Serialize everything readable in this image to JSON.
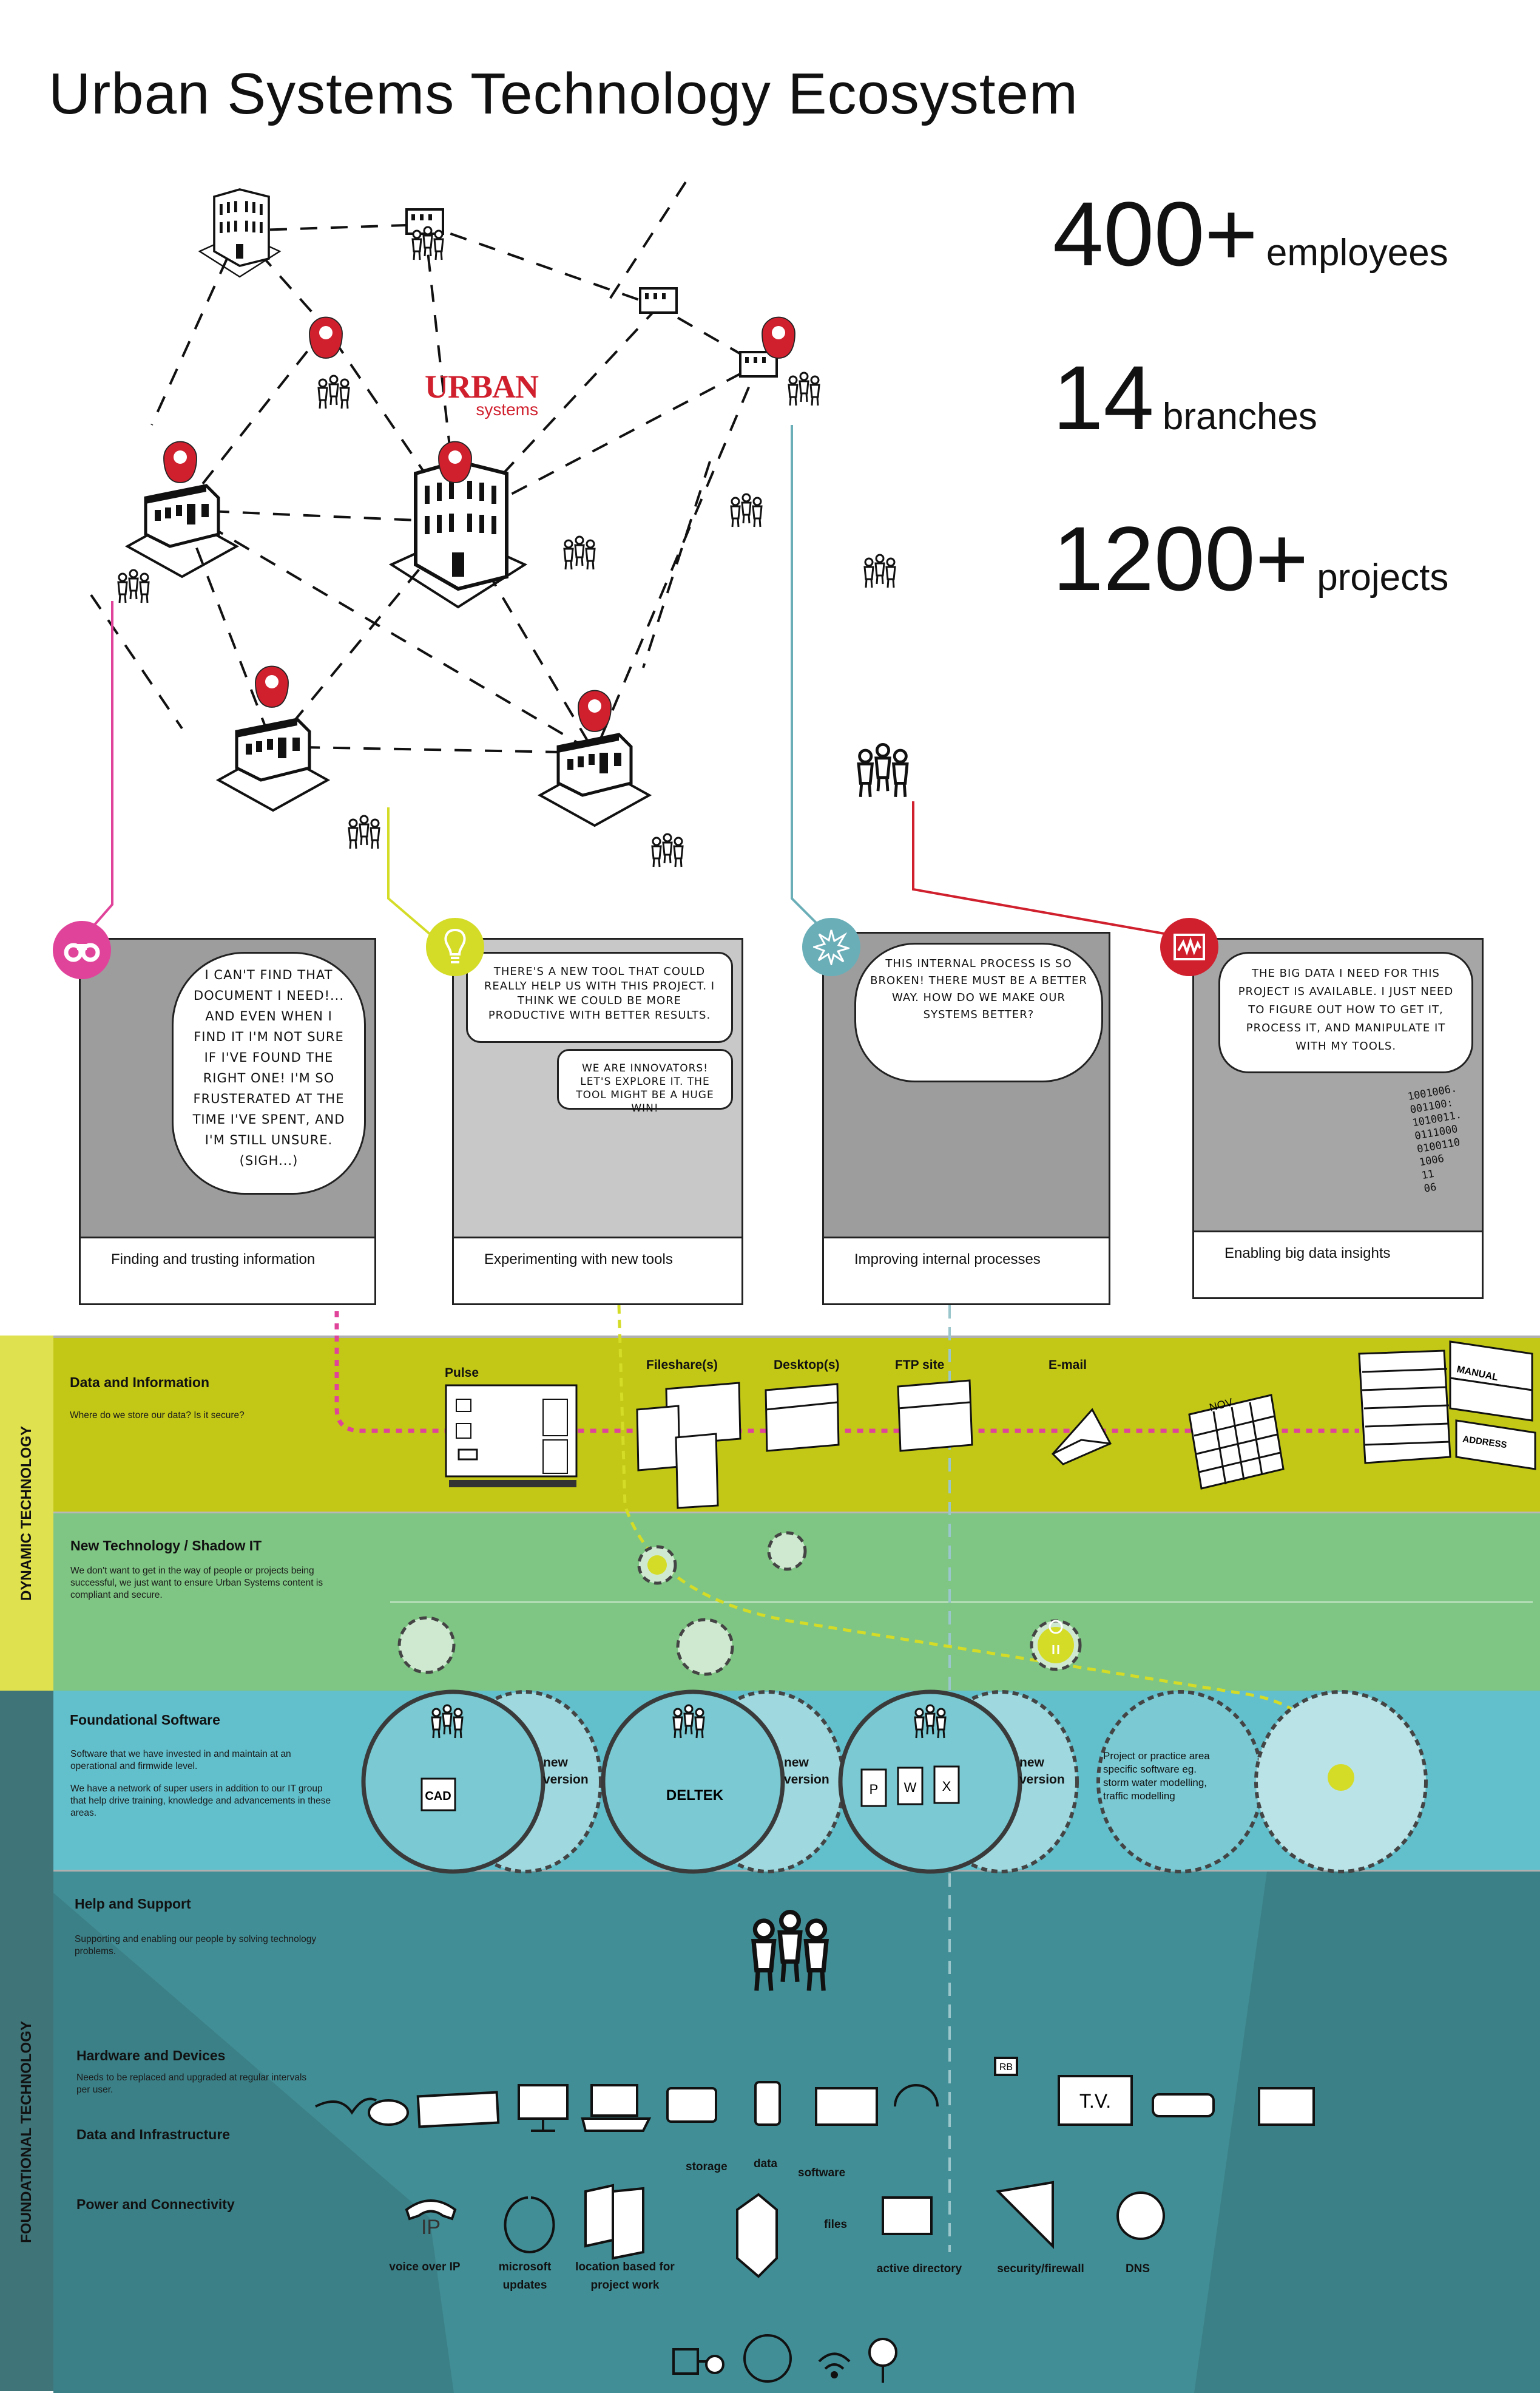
{
  "title": "Urban Systems Technology Ecosystem",
  "stats": [
    {
      "value": "400+",
      "label": "employees"
    },
    {
      "value": "14",
      "label": "branches"
    },
    {
      "value": "1200+",
      "label": "projects"
    }
  ],
  "logo": {
    "line1": "URBAN",
    "line2": "systems",
    "color": "#d0202e"
  },
  "colors": {
    "pink": "#e0439a",
    "yellow": "#d4dc28",
    "teal": "#6aaeb8",
    "red": "#d0202e"
  },
  "comics": [
    {
      "icon": "binoculars-icon",
      "speech": "I can't find that document I need!... And even when I find it I'm not sure if I've found the right one! I'm so frusterated at the time I've spent, and I'm still unsure. (sigh...)",
      "caption": "Finding and trusting information"
    },
    {
      "icon": "lightbulb-icon",
      "speech": "There's a new tool that could really help us with this project. I think we could be more productive with better results.",
      "speech2": "We are innovators! Let's explore it. The tool might be a huge win!",
      "caption": "Experimenting with new tools"
    },
    {
      "icon": "burst-icon",
      "speech": "This internal process is so broken! There must be a better way. How do we make our systems better?",
      "caption": "Improving internal processes"
    },
    {
      "icon": "pulse-monitor-icon",
      "speech": "The big data I need for this project is available. I just need to figure out how to get it, process it, and manipulate it with my tools.",
      "binary": [
        "1001006.",
        "001100:",
        "1010011.",
        "0111000",
        "0100110",
        "1006",
        "11",
        "06"
      ],
      "caption": "Enabling big data insights"
    }
  ],
  "side_labels": {
    "dynamic": "DYNAMIC TECHNOLOGY",
    "foundational": "FOUNDATIONAL TECHNOLOGY"
  },
  "bands": {
    "data_info": {
      "title": "Data and Information",
      "desc": "Where do we store our data? Is it secure?",
      "items": [
        "Pulse",
        "Fileshare(s)",
        "Desktop(s)",
        "FTP site",
        "E-mail"
      ],
      "drawing_text": {
        "calendar": "NOV",
        "binder1": "MANUAL",
        "binder2": "ADDRESS"
      }
    },
    "new_tech": {
      "title": "New Technology / Shadow IT",
      "desc": "We don't want to get in the way of people or projects being successful, we just want to ensure Urban Systems content is compliant and secure."
    },
    "found_software": {
      "title": "Foundational Software",
      "desc1": "Software that we have invested in and maintain at an operational and firmwide level.",
      "desc2": "We have a network of super users in addition to our IT group that help drive training, knowledge and advancements in these areas.",
      "new_version": "new version",
      "apps": [
        "CAD",
        "DELTEK",
        "P",
        "W",
        "X"
      ],
      "specific": "Project or practice area specific software eg. storm water modelling, traffic modelling"
    },
    "help": {
      "title": "Help and Support",
      "desc": "Supporting and enabling our people by solving technology problems."
    },
    "hardware": {
      "title": "Hardware and Devices",
      "desc": "Needs to be replaced and upgraded at regular intervals per user.",
      "drawing_text": {
        "remote": "RB",
        "tv": "T.V."
      }
    },
    "infra": {
      "title": "Data and Infrastructure",
      "items": [
        "voice over IP",
        "microsoft updates",
        "location based for project work",
        "active directory",
        "security/firewall",
        "DNS"
      ],
      "server_tags": [
        "storage",
        "data",
        "software",
        "files"
      ],
      "ip_text": "IP"
    },
    "power": {
      "title": "Power and Connectivity"
    }
  }
}
